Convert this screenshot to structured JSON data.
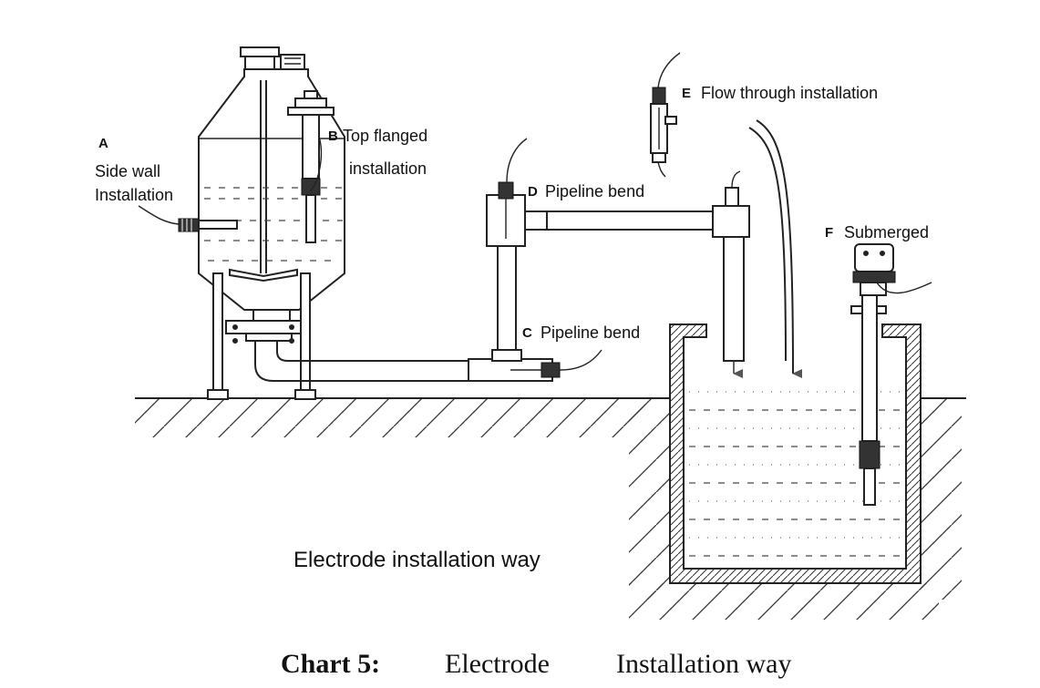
{
  "figure_title": "Electrode installation way",
  "caption": {
    "label": "Chart 5:",
    "word1": "Electrode",
    "word2": "Installation way"
  },
  "labels": {
    "a_letter": "A",
    "a_line1": "Side wall",
    "a_line2": "Installation",
    "b_letter": "B",
    "b_line1": "Top flanged",
    "b_line2": "installation",
    "c_letter": "C",
    "c_text": "Pipeline bend",
    "d_letter": "D",
    "d_text": "Pipeline bend",
    "e_letter": "E",
    "e_text": "Flow through installation",
    "f_letter": "F",
    "f_text": "Submerged"
  }
}
